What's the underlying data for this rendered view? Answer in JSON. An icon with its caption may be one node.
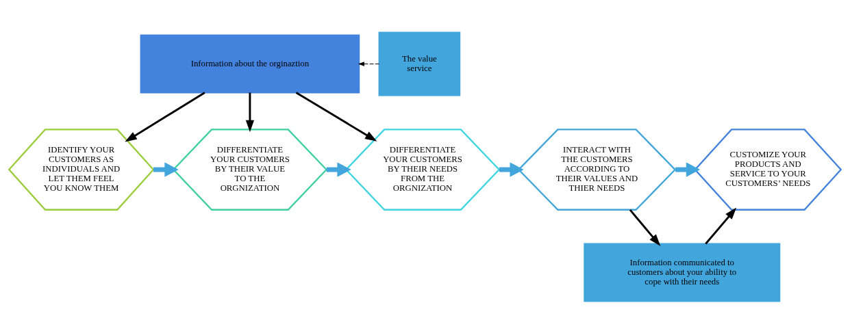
{
  "diagram": {
    "nodes": [
      {
        "text": [
          "Information about the orginaztion"
        ]
      },
      {
        "text": [
          "IDENTIFY YOUR CUSTOMERS AS INDIVIDUALS AND LET THEM FEEL YOU KNOW THEM"
        ]
      },
      {
        "text": [
          "DIFFERENTIATE YOUR CUSTOMERS BY THEIR VALUE TO THE ORGNIZATION"
        ]
      },
      {
        "text": [
          "DIFFERENTIATE YOUR CUSTOMERS BY THEIR NEEDS FROM THE ORGNIZATION"
        ]
      },
      {
        "text": [
          "INTERACT WITH THE CUSTOMERS ACCORDING TO THEIR VALUES AND THIER NEEDS"
        ]
      },
      {
        "text": [
          "CUSTOMIZE YOUR PRODUCTS AND SERVICE TO YOUR CUSTOMERS’ NEEDS"
        ]
      },
      {
        "text": [
          "The value service"
        ]
      },
      {
        "text": [
          "Information communicated to customers about your ability to cope with their needs"
        ]
      }
    ],
    "edges": [
      {
        "from": 0,
        "to": 1,
        "arrow": "to"
      },
      {
        "from": 0,
        "to": 2,
        "arrow": "to"
      },
      {
        "from": 0,
        "to": 3,
        "arrow": "to"
      },
      {
        "from": 1,
        "to": 2,
        "arrow": "to",
        "style": "thick",
        "color": "#42a5dc"
      },
      {
        "from": 2,
        "to": 3,
        "arrow": "to",
        "style": "thick",
        "color": "#42a5dc"
      },
      {
        "from": 3,
        "to": 4,
        "arrow": "to",
        "style": "thick",
        "color": "#42a5dc"
      },
      {
        "from": 4,
        "to": 5,
        "arrow": "to",
        "style": "thick",
        "color": "#42a5dc"
      },
      {
        "from": 6,
        "to": 0,
        "arrow": "to",
        "style": "dashed"
      },
      {
        "from": 4,
        "to": 7,
        "arrow": "to"
      },
      {
        "from": 7,
        "to": 5,
        "arrow": "to"
      }
    ]
  }
}
